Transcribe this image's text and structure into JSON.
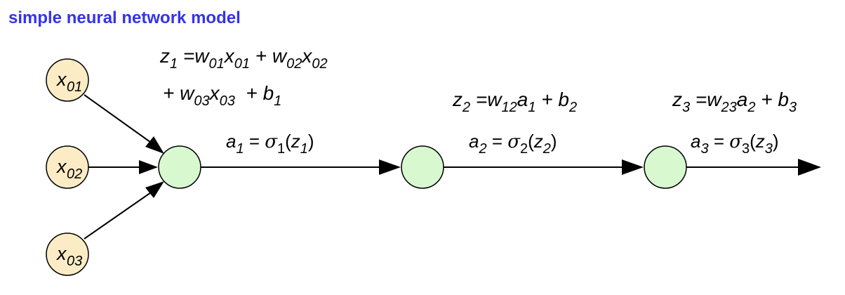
{
  "title": "simple neural network model",
  "colors": {
    "title": "#3333ee",
    "input_fill": "#fbecc5",
    "neuron_fill": "#d8f8d0",
    "stroke": "#000000"
  },
  "inputs": [
    {
      "base": "x",
      "sub": "01"
    },
    {
      "base": "x",
      "sub": "02"
    },
    {
      "base": "x",
      "sub": "03"
    }
  ],
  "equations": {
    "z1_line1": {
      "lhs": "z",
      "lhs_sub": "1",
      "terms": [
        {
          "v": "w",
          "s": "01"
        },
        {
          "v": "x",
          "s": "01"
        },
        {
          "v": "w",
          "s": "02"
        },
        {
          "v": "x",
          "s": "02"
        }
      ]
    },
    "z1_line2": {
      "terms": [
        {
          "v": "w",
          "s": "03"
        },
        {
          "v": "x",
          "s": "03"
        }
      ],
      "bias": "b",
      "bias_sub": "1"
    },
    "z2": {
      "lhs": "z",
      "lhs_sub": "2",
      "w": "w",
      "w_sub": "12",
      "a": "a",
      "a_sub": "1",
      "b": "b",
      "b_sub": "2"
    },
    "z3": {
      "lhs": "z",
      "lhs_sub": "3",
      "w": "w",
      "w_sub": "23",
      "a": "a",
      "a_sub": "2",
      "b": "b",
      "b_sub": "3"
    },
    "a1": {
      "a": "a",
      "a_sub": "1",
      "sigma": "σ",
      "sigma_sub": "1",
      "z": "z",
      "z_sub": "1"
    },
    "a2": {
      "a": "a",
      "a_sub": "2",
      "sigma": "σ",
      "sigma_sub": "2",
      "z": "z",
      "z_sub": "2"
    },
    "a3": {
      "a": "a",
      "a_sub": "3",
      "sigma": "σ",
      "sigma_sub": "3",
      "z": "z",
      "z_sub": "3"
    }
  }
}
